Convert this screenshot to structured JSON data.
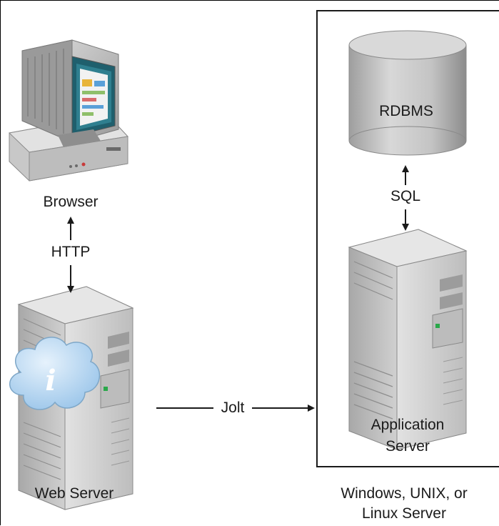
{
  "diagram": {
    "nodes": {
      "browser": {
        "label": "Browser",
        "icon": "desktop-computer-icon"
      },
      "web_server": {
        "label": "Web Server",
        "icon": "server-tower-icon",
        "badge_icon": "info-cloud-icon"
      },
      "rdbms": {
        "label": "RDBMS",
        "icon": "database-cylinder-icon"
      },
      "app_server": {
        "label_line1": "Application",
        "label_line2": "Server",
        "icon": "server-tower-icon"
      },
      "host": {
        "label_line1": "Windows, UNIX, or",
        "label_line2": "Linux Server"
      }
    },
    "edges": {
      "http": {
        "label": "HTTP",
        "from": "browser",
        "to": "web_server",
        "direction": "bidirectional"
      },
      "sql": {
        "label": "SQL",
        "from": "rdbms",
        "to": "app_server",
        "direction": "bidirectional"
      },
      "jolt": {
        "label": "Jolt",
        "from": "web_server",
        "to": "app_server",
        "direction": "forward"
      }
    }
  },
  "colors": {
    "line": "#1a1a1a",
    "cylinder": "#c9c9c9",
    "server_face": "#d6d6d6",
    "monitor_screen": "#2f7f8f",
    "cloud": "#b7d7f2",
    "led": "#2aa84a"
  }
}
